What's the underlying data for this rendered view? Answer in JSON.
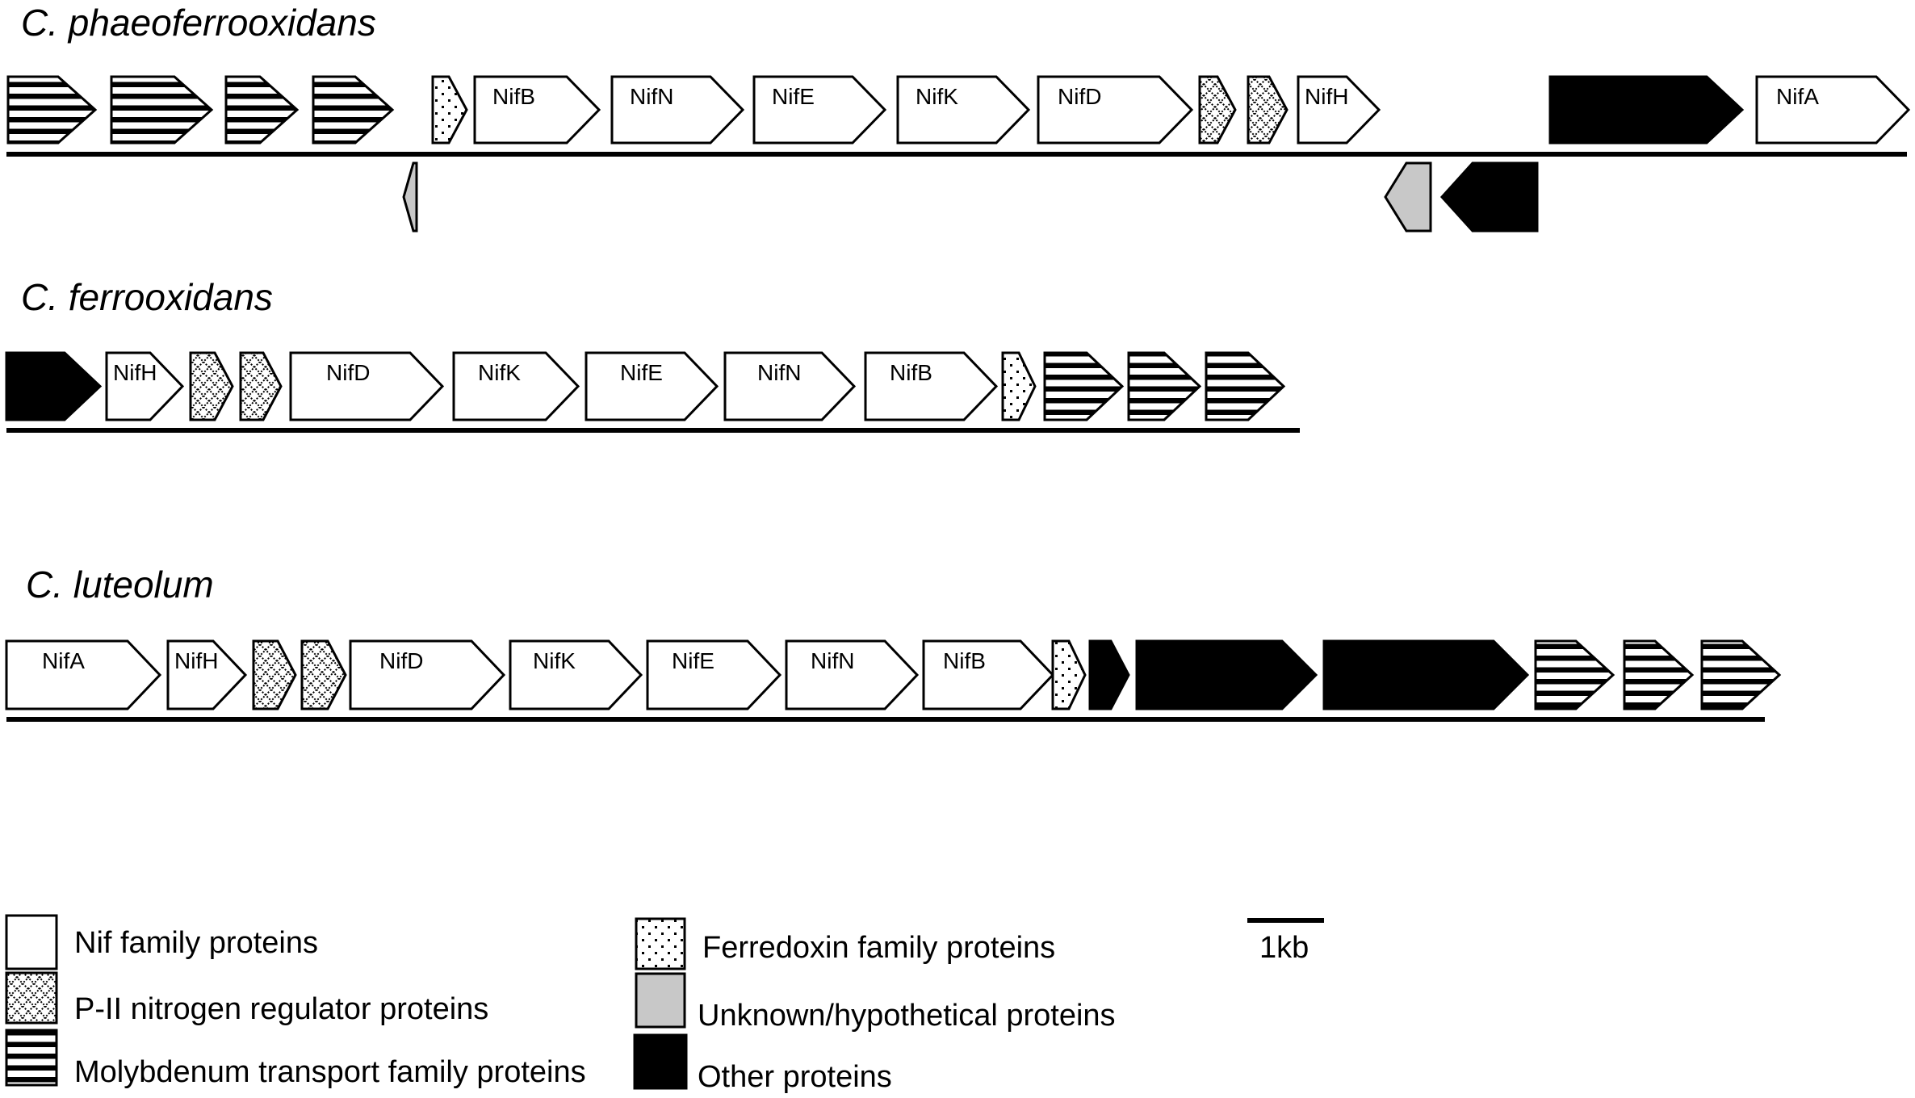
{
  "tracks": [
    {
      "title": "C. phaeoferrooxidans",
      "genes": [
        {
          "type": "moly",
          "strand": "+"
        },
        {
          "type": "moly",
          "strand": "+"
        },
        {
          "type": "moly",
          "strand": "+"
        },
        {
          "type": "moly",
          "strand": "+"
        },
        {
          "type": "ferredoxin",
          "strand": "+"
        },
        {
          "type": "nif",
          "strand": "+",
          "label": "NifB"
        },
        {
          "type": "nif",
          "strand": "+",
          "label": "NifN"
        },
        {
          "type": "nif",
          "strand": "+",
          "label": "NifE"
        },
        {
          "type": "nif",
          "strand": "+",
          "label": "NifK"
        },
        {
          "type": "nif",
          "strand": "+",
          "label": "NifD"
        },
        {
          "type": "pii",
          "strand": "+"
        },
        {
          "type": "pii",
          "strand": "+"
        },
        {
          "type": "nif",
          "strand": "+",
          "label": "NifH"
        },
        {
          "type": "other",
          "strand": "+"
        },
        {
          "type": "nif",
          "strand": "+",
          "label": "NifA"
        },
        {
          "type": "unknown",
          "strand": "-"
        },
        {
          "type": "unknown",
          "strand": "-"
        },
        {
          "type": "other",
          "strand": "-"
        }
      ]
    },
    {
      "title": "C. ferrooxidans",
      "genes": [
        {
          "type": "other",
          "strand": "+"
        },
        {
          "type": "nif",
          "strand": "+",
          "label": "NifH"
        },
        {
          "type": "pii",
          "strand": "+"
        },
        {
          "type": "pii",
          "strand": "+"
        },
        {
          "type": "nif",
          "strand": "+",
          "label": "NifD"
        },
        {
          "type": "nif",
          "strand": "+",
          "label": "NifK"
        },
        {
          "type": "nif",
          "strand": "+",
          "label": "NifE"
        },
        {
          "type": "nif",
          "strand": "+",
          "label": "NifN"
        },
        {
          "type": "nif",
          "strand": "+",
          "label": "NifB"
        },
        {
          "type": "ferredoxin",
          "strand": "+"
        },
        {
          "type": "moly",
          "strand": "+"
        },
        {
          "type": "moly",
          "strand": "+"
        },
        {
          "type": "moly",
          "strand": "+"
        }
      ]
    },
    {
      "title": "C. luteolum",
      "genes": [
        {
          "type": "nif",
          "strand": "+",
          "label": "NifA"
        },
        {
          "type": "nif",
          "strand": "+",
          "label": "NifH"
        },
        {
          "type": "pii",
          "strand": "+"
        },
        {
          "type": "pii",
          "strand": "+"
        },
        {
          "type": "nif",
          "strand": "+",
          "label": "NifD"
        },
        {
          "type": "nif",
          "strand": "+",
          "label": "NifK"
        },
        {
          "type": "nif",
          "strand": "+",
          "label": "NifE"
        },
        {
          "type": "nif",
          "strand": "+",
          "label": "NifN"
        },
        {
          "type": "nif",
          "strand": "+",
          "label": "NifB"
        },
        {
          "type": "ferredoxin",
          "strand": "+"
        },
        {
          "type": "other",
          "strand": "+"
        },
        {
          "type": "other",
          "strand": "+"
        },
        {
          "type": "other",
          "strand": "+"
        },
        {
          "type": "moly",
          "strand": "+"
        },
        {
          "type": "moly",
          "strand": "+"
        },
        {
          "type": "moly",
          "strand": "+"
        }
      ]
    }
  ],
  "legend": {
    "nif": "Nif family proteins",
    "pii": "P-II nitrogen regulator proteins",
    "moly": "Molybdenum transport family proteins",
    "ferredoxin": "Ferredoxin family proteins",
    "unknown": "Unknown/hypothetical proteins",
    "other": "Other proteins"
  },
  "scale_bar": "1kb",
  "colors": {
    "nif": "#ffffff",
    "unknown": "#c8c8c8",
    "other": "#000000",
    "stroke": "#000000"
  }
}
